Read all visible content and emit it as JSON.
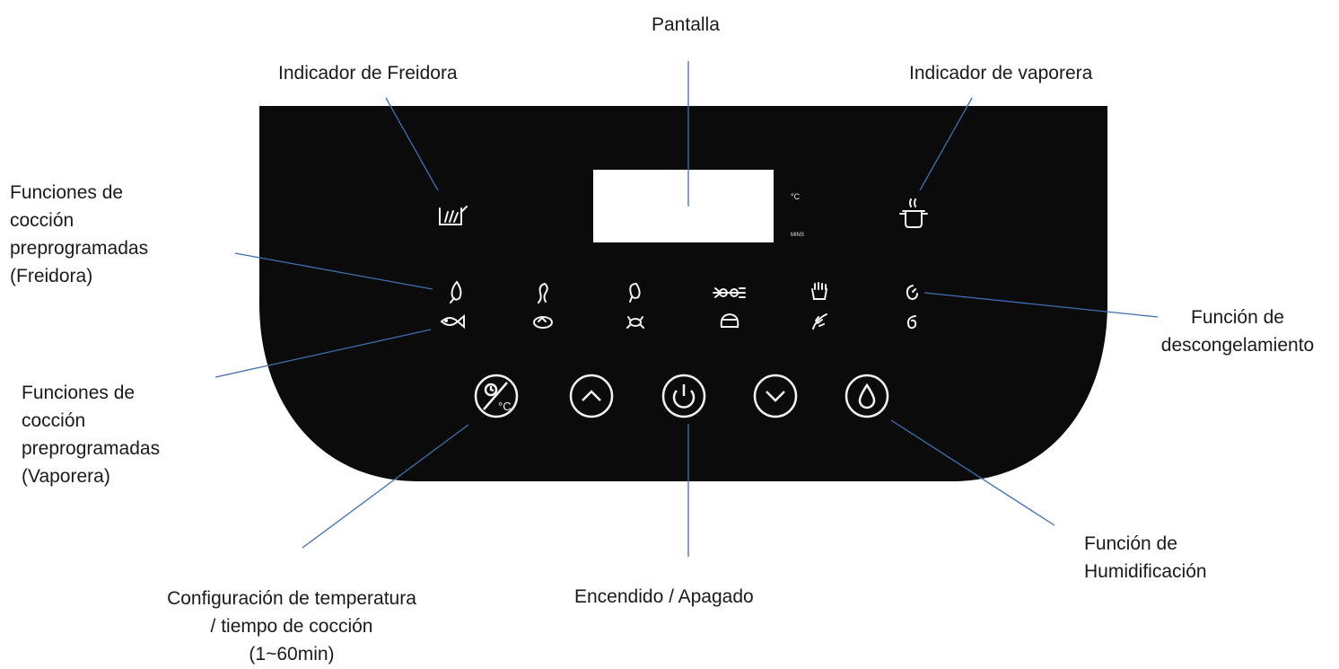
{
  "colors": {
    "panel": "#0b0b0b",
    "display": "#ffffff",
    "icon": "#f2f2f2",
    "leader_line": "#3f6fb0",
    "label_text": "#1a1a1a"
  },
  "panel": {
    "unit_celsius": "°C",
    "unit_mins": "MINS",
    "display_text": ""
  },
  "labels": {
    "pantalla": "Pantalla",
    "indicador_freidora": "Indicador de Freidora",
    "indicador_vaporera": "Indicador de vaporera",
    "funciones_freidora": "Funciones de\ncocción\npreprogramadas\n(Freidora)",
    "funciones_vaporera": "Funciones de\ncocción\npreprogramadas\n(Vaporera)",
    "descongelamiento": "Función de\ndescongelamiento",
    "humidificacion": "Función de\nHumidificación",
    "encendido": "Encendido / Apagado",
    "configuracion": "Configuración de temperatura\n/ tiempo de cocción\n(1~60min)"
  },
  "icons": {
    "fryer_indicator": "fryer-basket-icon",
    "steamer_indicator": "steam-pot-icon",
    "fryer_presets": [
      "chicken-leg-icon",
      "shrimp-icon",
      "drumstick-icon",
      "skewer-icon",
      "french-fries-icon",
      "defrost-icon"
    ],
    "steamer_presets": [
      "fish-icon",
      "dumpling-icon",
      "crab-icon",
      "bun-icon",
      "vegetable-icon",
      "steam-swirl-icon"
    ],
    "buttons": [
      "temp-time-icon",
      "chevron-up-icon",
      "power-icon",
      "chevron-down-icon",
      "water-drop-icon"
    ]
  }
}
